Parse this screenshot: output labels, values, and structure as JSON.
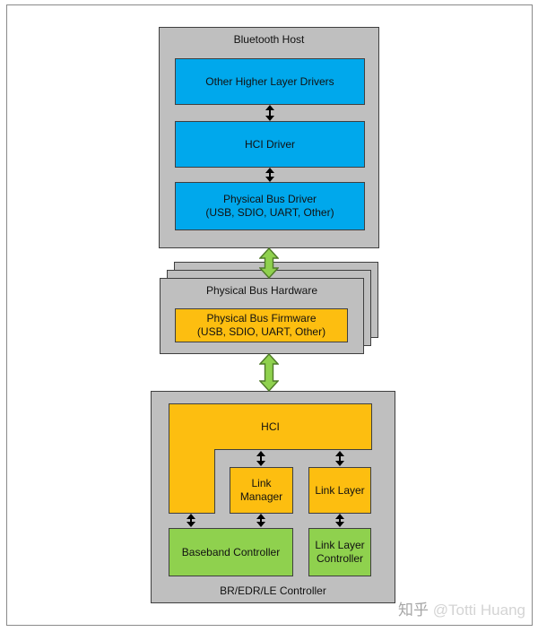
{
  "host": {
    "title": "Bluetooth Host",
    "boxes": [
      {
        "label": "Other Higher Layer Drivers"
      },
      {
        "label": "HCI Driver"
      },
      {
        "label": "Physical Bus Driver\n(USB, SDIO, UART, Other)"
      }
    ]
  },
  "bus": {
    "title": "Physical Bus Hardware",
    "firmware_label": "Physical Bus Firmware\n(USB, SDIO, UART, Other)"
  },
  "controller": {
    "title": "BR/EDR/LE Controller",
    "hci_label": "HCI",
    "link_manager_label": "Link\nManager",
    "link_layer_label": "Link Layer",
    "baseband_label": "Baseband Controller",
    "link_layer_controller_label": "Link Layer\nController"
  },
  "watermark": {
    "brand": "知乎",
    "handle": "@Totti Huang"
  },
  "colors": {
    "container_gray": "#BFBFBF",
    "box_blue": "#00A8EC",
    "box_orange": "#FDBE10",
    "box_green": "#8FD14E",
    "arrow_green": "#8FD14E",
    "arrow_green_stroke": "#4F7A28",
    "border_dark": "#3F3F3F",
    "frame_gray": "#8A8A8A",
    "watermark_brand": "#A6A6A6",
    "watermark_handle": "#D4D4D4"
  }
}
